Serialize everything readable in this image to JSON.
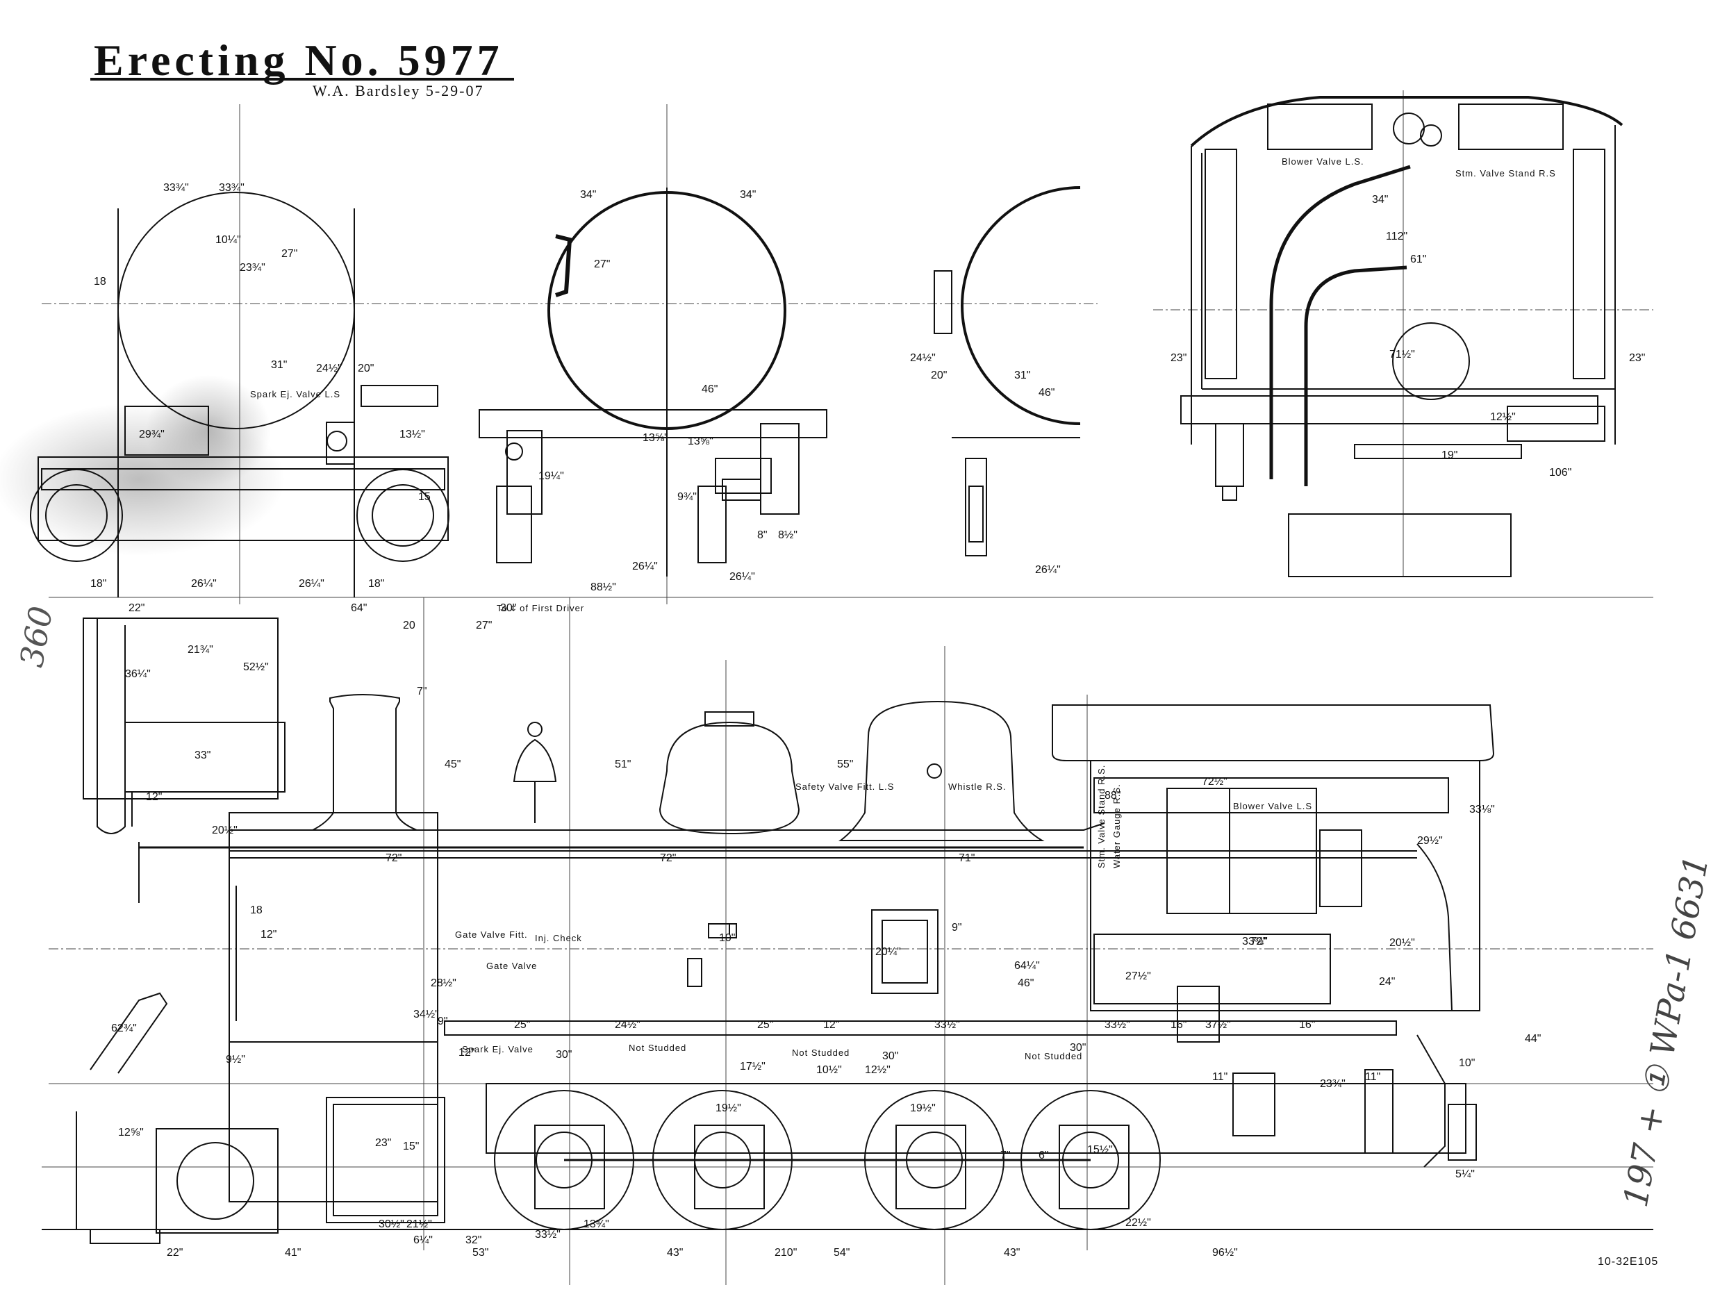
{
  "title": "Erecting No. 5977",
  "author": "W.A. Bardsley 5-29-07",
  "drawing_number": "10-32E105",
  "margin_note_left": "360",
  "margin_note_right": "197 + ① WPa-1 6631",
  "labels": {
    "spark_ej_valve_ls": "Spark Ej. Valve L.S",
    "blower_valve_ls_top": "Blower Valve L.S.",
    "stm_valve_stand_rs": "Stm. Valve Stand R.S",
    "safety_valve_fitt": "Safety Valve Fitt. L.S",
    "whistle_rs": "Whistle R.S.",
    "blower_valve_ls": "Blower Valve L.S",
    "stm_valve_stand_rs_side": "Stm. Valve Stand R.S.",
    "water_gauge_rs": "Water Gauge R.S.",
    "gate_valve_fitt": "Gate Valve Fitt.",
    "inj_check": "Inj. Check",
    "gate_valve": "Gate Valve",
    "spark_ej_valve": "Spark Ej. Valve",
    "not_studded_1": "Not Studded",
    "not_studded_2": "Not Studded",
    "not_studded_3": "Not Studded",
    "to_first_driver": "To ¢ of First Driver"
  },
  "dimensions_top": [
    "33¾\"",
    "33¾\"",
    "18",
    "10¼\"",
    "23¾\"",
    "27\"",
    "31\"",
    "20\"",
    "24½\"",
    "29¾\"",
    "13½\"",
    "15",
    "18\"",
    "26¼\"",
    "26¼\"",
    "18\"",
    "34\"",
    "34\"",
    "27\"",
    "46\"",
    "13⅝\"",
    "13⅝\"",
    "19¼\"",
    "9¾\"",
    "8\"",
    "8½\"",
    "26¼\"",
    "88½\"",
    "26¼\"",
    "24½\"",
    "20\"",
    "31\"",
    "46\"",
    "26¼\"",
    "112\"",
    "61\"",
    "71½\"",
    "23\"",
    "23\"",
    "19\"",
    "106\"",
    "12½\"",
    "34\""
  ],
  "dimensions_side": [
    "22\"",
    "64\"",
    "30\"",
    "20",
    "27\"",
    "21¾\"",
    "36¼\"",
    "52½\"",
    "7\"",
    "33\"",
    "12\"",
    "45\"",
    "51\"",
    "55\"",
    "72½\"",
    "88\"",
    "33⅛\"",
    "29½\"",
    "20½\"",
    "72\"",
    "72\"",
    "71\"",
    "18",
    "12\"",
    "9\"",
    "10\"",
    "20¼\"",
    "28½\"",
    "64¼\"",
    "27½\"",
    "46\"",
    "72\"",
    "20½\"",
    "24\"",
    "33¾\"",
    "34½\"",
    "9\"",
    "25\"",
    "24½\"",
    "25\"",
    "12\"",
    "33½\"",
    "33½\"",
    "16\"",
    "16\"",
    "37½\"",
    "62¾\"",
    "9½\"",
    "12\"",
    "30\"",
    "30\"",
    "17½\"",
    "10½\"",
    "12½\"",
    "30\"",
    "11\"",
    "23¾\"",
    "11\"",
    "10\"",
    "44\"",
    "12⅝\"",
    "23\"",
    "15\"",
    "19½\"",
    "19½\"",
    "15½\"",
    "7\"",
    "6\"",
    "33½\"",
    "13¾\"",
    "30½\"",
    "21½\"",
    "6¼\"",
    "32\"",
    "22\"",
    "41\"",
    "53\"",
    "43\"",
    "210\"",
    "54\"",
    "43\"",
    "96½\"",
    "22½\"",
    "5¼\""
  ]
}
